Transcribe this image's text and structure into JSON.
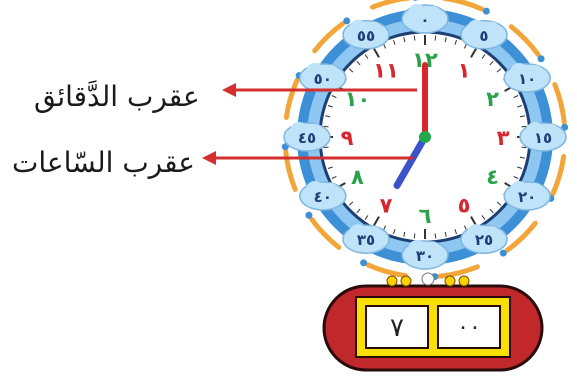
{
  "labels": {
    "minute_hand": "عقرب الدَّقائق",
    "hour_hand": "عقرب السّاعات"
  },
  "clock": {
    "hour_numerals": [
      "١٢",
      "١",
      "٢",
      "٣",
      "٤",
      "٥",
      "٦",
      "٧",
      "٨",
      "٩",
      "١٠",
      "١١"
    ],
    "minute_markers": [
      "٠",
      "٥",
      "١٠",
      "١٥",
      "٢٠",
      "٢٥",
      "٣٠",
      "٣٥",
      "٤٠",
      "٤٥",
      "٥٠",
      "٥٥"
    ],
    "hour": 7,
    "minute": 0
  },
  "digital_clock": {
    "hours": "٧",
    "minutes": "٠٠"
  },
  "colors": {
    "ring_blue": "#3d8fd6",
    "ring_light": "#8ec8f2",
    "cloud": "#bfe3f8",
    "numeral_red": "#d7262e",
    "numeral_green": "#2aa14a",
    "minute_hand": "#d8262d",
    "hour_hand": "#3b52c8",
    "arrow": "#d32f2f",
    "digital_body": "#c0282c",
    "digital_frame": "#f7e000",
    "curve_arrow": "#f2a63a"
  }
}
